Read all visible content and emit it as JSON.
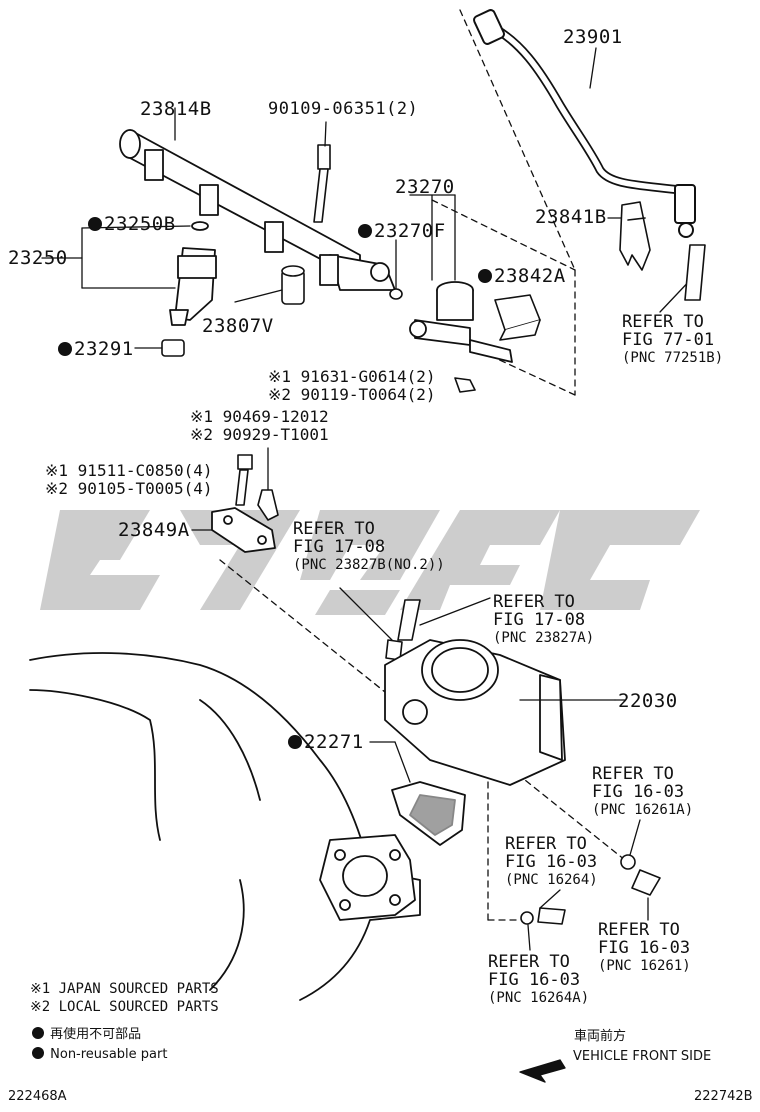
{
  "diagram": {
    "watermark_color": "#c8c8c8",
    "parts": {
      "p23901": "23901",
      "p23814B": "23814B",
      "p90109": "90109-06351(2)",
      "p23270": "23270",
      "p23250B": "23250B",
      "p23250": "23250",
      "p23270F": "23270F",
      "p23841B": "23841B",
      "p23842A": "23842A",
      "p23807V": "23807V",
      "p23291": "23291",
      "p22030": "22030",
      "p22271": "22271",
      "p23849A": "23849A"
    },
    "bolts": {
      "b1a": "※1 91631-G0614(2)",
      "b1b": "※2 90119-T0064(2)",
      "b2a": "※1 90469-12012",
      "b2b": "※2 90929-T1001",
      "b3a": "※1 91511-C0850(4)",
      "b3b": "※2 90105-T0005(4)"
    },
    "refs": {
      "r7701": {
        "l1": "REFER TO",
        "l2": "FIG 77-01",
        "l3": "(PNC 77251B)"
      },
      "r1708a": {
        "l1": "REFER TO",
        "l2": "FIG 17-08",
        "l3": "(PNC 23827B(NO.2))"
      },
      "r1708b": {
        "l1": "REFER TO",
        "l2": "FIG 17-08",
        "l3": "(PNC 23827A)"
      },
      "r1603a": {
        "l1": "REFER TO",
        "l2": "FIG 16-03",
        "l3": "(PNC 16261A)"
      },
      "r1603b": {
        "l1": "REFER TO",
        "l2": "FIG 16-03",
        "l3": "(PNC 16264)"
      },
      "r1603c": {
        "l1": "REFER TO",
        "l2": "FIG 16-03",
        "l3": "(PNC 16261)"
      },
      "r1603d": {
        "l1": "REFER TO",
        "l2": "FIG 16-03",
        "l3": "(PNC 16264A)"
      }
    },
    "legend": {
      "japan": "※1 JAPAN SOURCED PARTS",
      "local": "※2 LOCAL SOURCED PARTS",
      "nonreuse_jp": "再使用不可部品",
      "nonreuse_en": "Non-reusable part"
    },
    "front": {
      "jp": "車両前方",
      "en": "VEHICLE FRONT SIDE"
    },
    "footer": {
      "left": "222468A",
      "right": "222742B"
    }
  }
}
